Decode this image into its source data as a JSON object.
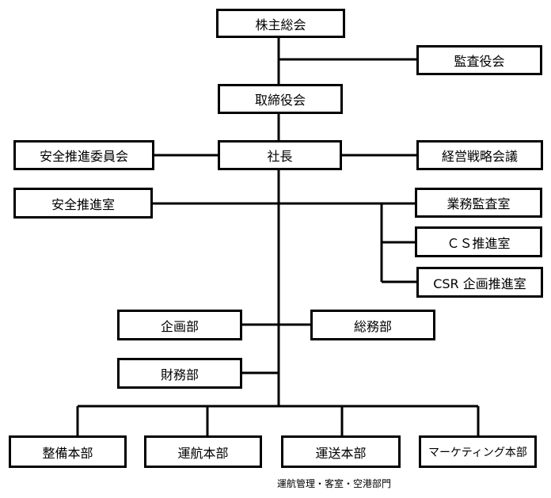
{
  "org": {
    "shareholders": "株主総会",
    "auditor": "監査役会",
    "board": "取締役会",
    "safety_committee": "安全推進委員会",
    "president": "社長",
    "strategy_council": "経営戦略会議",
    "safety_office": "安全推進室",
    "audit_office": "業務監査室",
    "cs_office": "ＣＳ推進室",
    "csr_office": "CSR 企画推進室",
    "planning": "企画部",
    "general_affairs": "総務部",
    "finance": "財務部",
    "maintenance": "整備本部",
    "flight_ops": "運航本部",
    "transport": "運送本部",
    "marketing": "マーケティング本部"
  },
  "notes": {
    "ops_divisions": "運航管理・客室・空港部門"
  }
}
